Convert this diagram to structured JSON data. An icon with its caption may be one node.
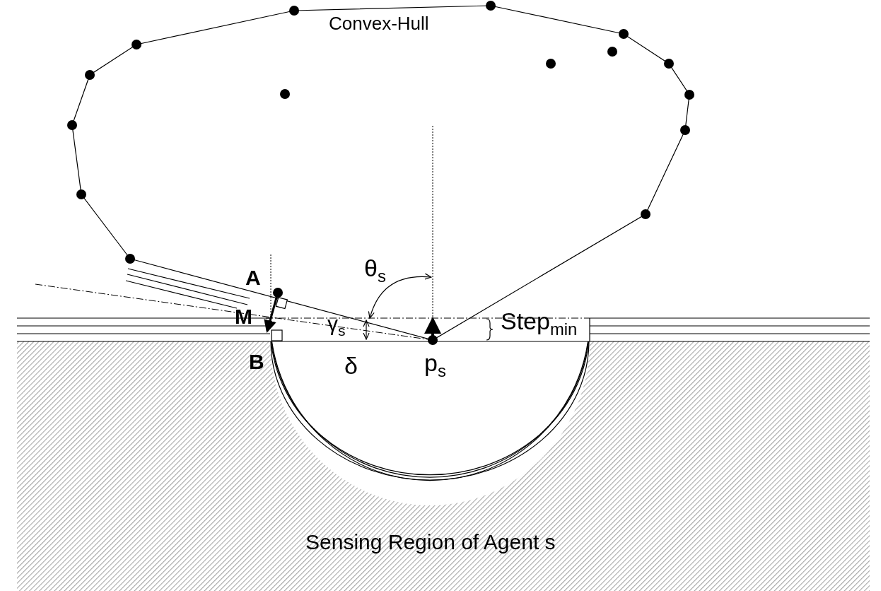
{
  "diagram": {
    "labels": [
      "Convex-Hull",
      "A",
      "M",
      "B",
      "θ$_{s}$",
      "γ$_{s}$",
      "δ",
      "p$_{s}$",
      "Step$_{min}$",
      "Sensing Region of Agent s"
    ]
  }
}
